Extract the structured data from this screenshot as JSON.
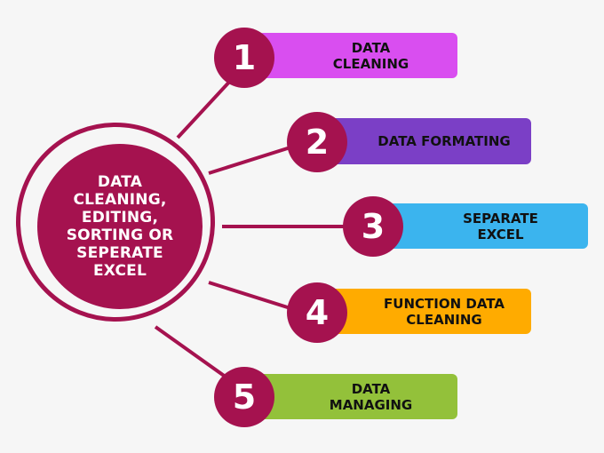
{
  "diagram": {
    "center": {
      "label": "DATA CLEANING, EDITING, SORTING OR SEPERATE EXCEL",
      "color": "#a5124f"
    },
    "items": [
      {
        "number": "1",
        "label": "DATA CLEANING",
        "color": "#d94ef0"
      },
      {
        "number": "2",
        "label": "DATA FORMATING",
        "color": "#7b3fc6"
      },
      {
        "number": "3",
        "label": "SEPARATE EXCEL",
        "color": "#3bb4ee"
      },
      {
        "number": "4",
        "label": "FUNCTION DATA CLEANING",
        "color": "#ffab00"
      },
      {
        "number": "5",
        "label": "DATA MANAGING",
        "color": "#93c13a"
      }
    ],
    "connector_color": "#a5124f",
    "background": "#f6f6f6"
  }
}
